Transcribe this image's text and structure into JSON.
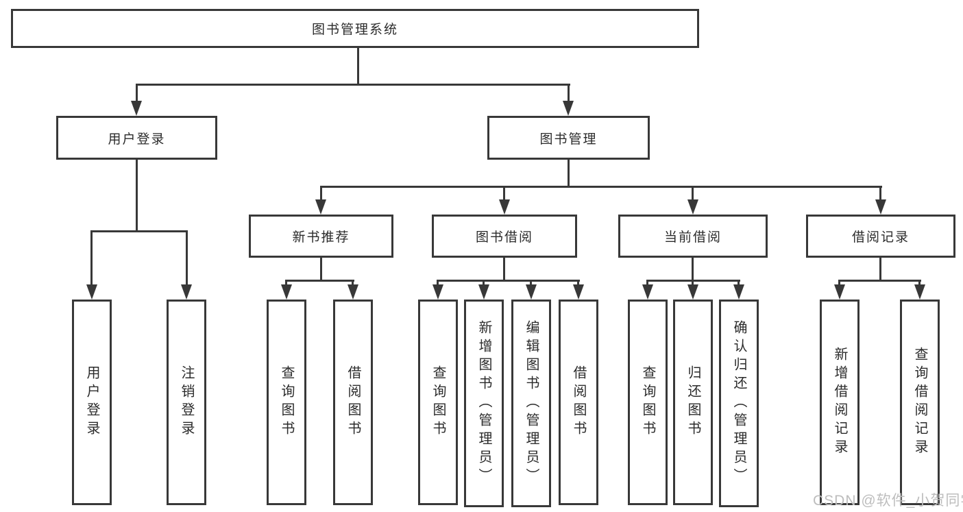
{
  "diagram": {
    "title": "图书管理系统",
    "branches": [
      {
        "label": "用户登录",
        "children": [
          "用户登录",
          "注销登录"
        ]
      },
      {
        "label": "图书管理",
        "children": [
          {
            "label": "新书推荐",
            "children": [
              "查询图书",
              "借阅图书"
            ]
          },
          {
            "label": "图书借阅",
            "children": [
              "查询图书",
              "新增图书（管理员）",
              "编辑图书（管理员）",
              "借阅图书"
            ]
          },
          {
            "label": "当前借阅",
            "children": [
              "查询图书",
              "归还图书",
              "确认归还（管理员）"
            ]
          },
          {
            "label": "借阅记录",
            "children": [
              "新增借阅记录",
              "查询借阅记录"
            ]
          }
        ]
      }
    ]
  },
  "watermark": "CSDN @软件_小贺同学",
  "colors": {
    "line": "#383838",
    "text": "#2b2b2b",
    "watermark": "#bdbdbd",
    "background": "#ffffff"
  }
}
